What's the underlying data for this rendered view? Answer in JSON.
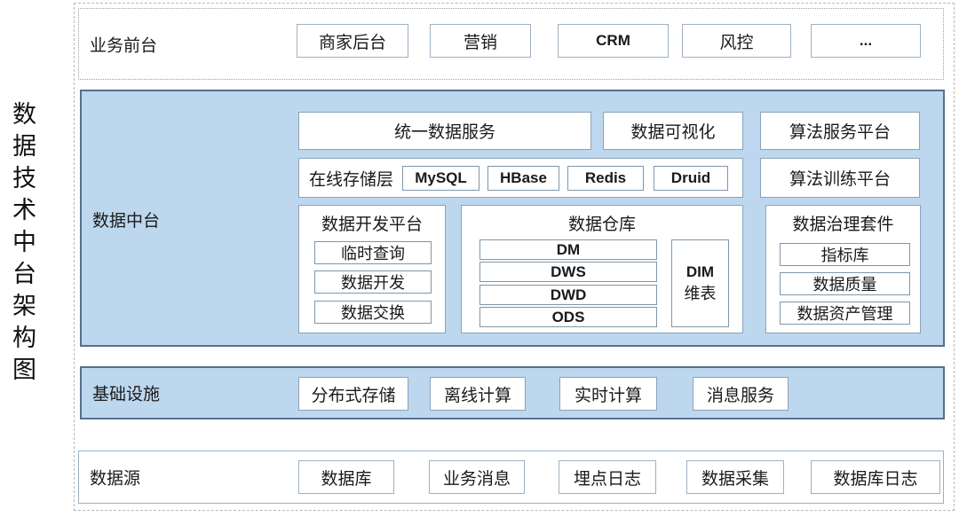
{
  "title": "数据技术中台架构图",
  "colors": {
    "section_fill": "#bdd7ee",
    "section_border": "#54718d",
    "box_border": "#8ca3b8"
  },
  "front": {
    "label": "业务前台",
    "boxes": [
      "商家后台",
      "营销",
      "CRM",
      "风控",
      "..."
    ]
  },
  "mid": {
    "label": "数据中台",
    "unified_service": "统一数据服务",
    "visualization": "数据可视化",
    "algo_service": "算法服务平台",
    "algo_training": "算法训练平台",
    "storage": {
      "label": "在线存储层",
      "items": [
        "MySQL",
        "HBase",
        "Redis",
        "Druid"
      ]
    },
    "dev": {
      "title": "数据开发平台",
      "items": [
        "临时查询",
        "数据开发",
        "数据交换"
      ]
    },
    "warehouse": {
      "title": "数据仓库",
      "levels": [
        "DM",
        "DWS",
        "DWD",
        "ODS"
      ],
      "dim_line1": "DIM",
      "dim_line2": "维表"
    },
    "governance": {
      "title": "数据治理套件",
      "items": [
        "指标库",
        "数据质量",
        "数据资产管理"
      ]
    }
  },
  "infra": {
    "label": "基础设施",
    "boxes": [
      "分布式存储",
      "离线计算",
      "实时计算",
      "消息服务"
    ]
  },
  "source": {
    "label": "数据源",
    "boxes": [
      "数据库",
      "业务消息",
      "埋点日志",
      "数据采集",
      "数据库日志"
    ]
  }
}
